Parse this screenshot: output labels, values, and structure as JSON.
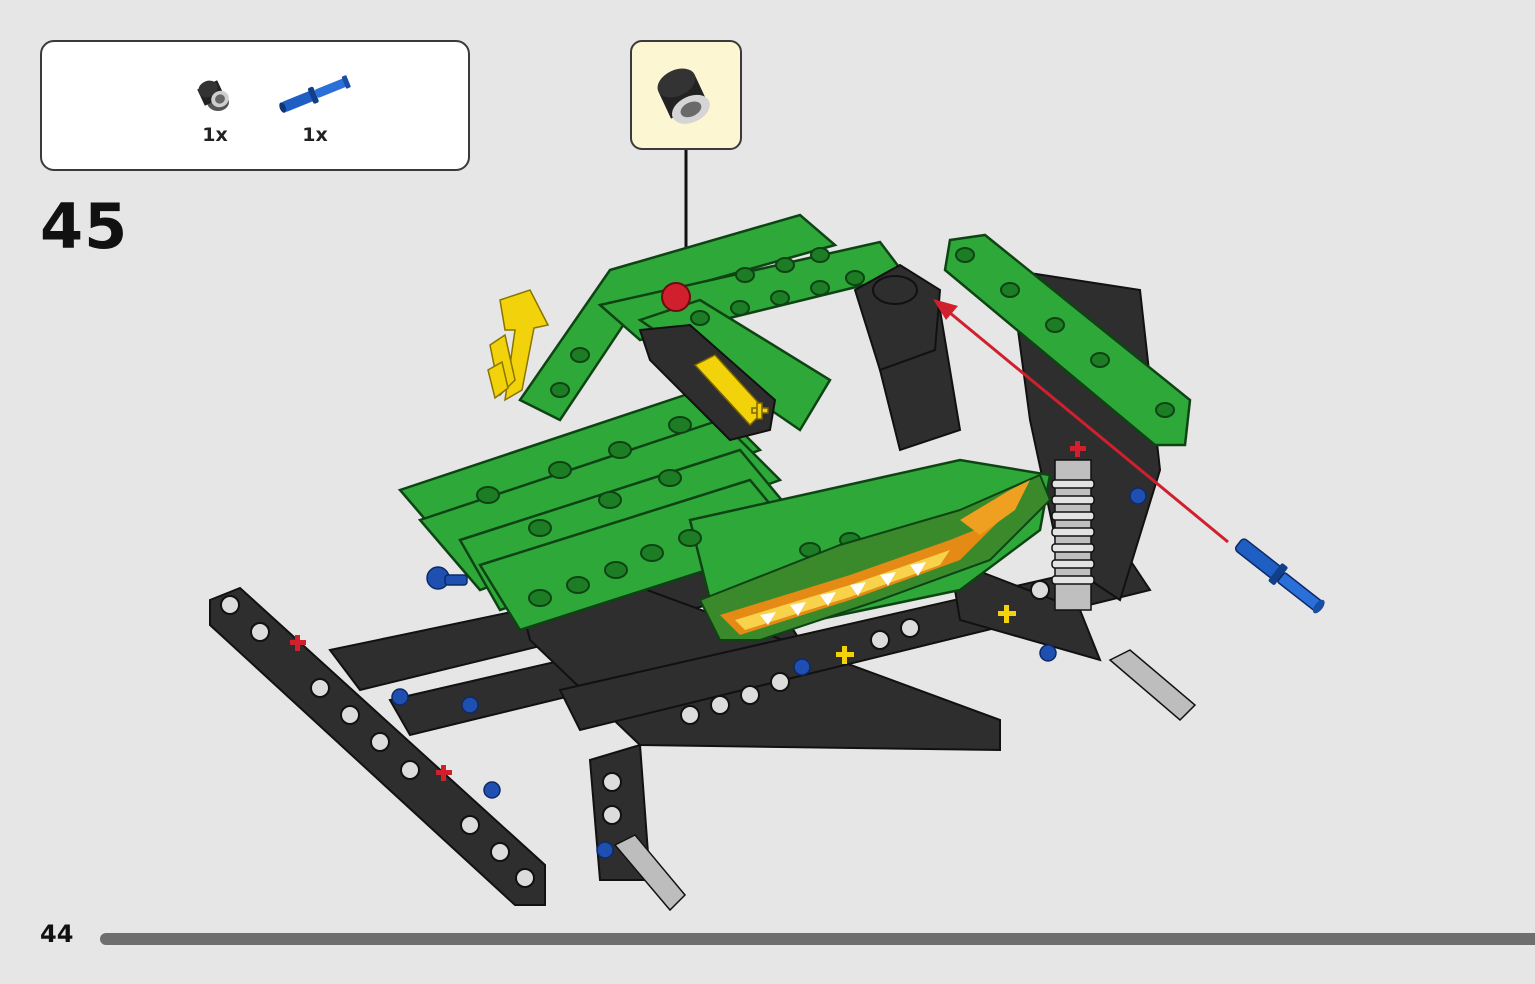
{
  "parts_list": {
    "items": [
      {
        "name": "bush",
        "quantity": "1x",
        "icon": "black-bush-icon",
        "color": "#222222"
      },
      {
        "name": "axle pin",
        "quantity": "1x",
        "icon": "blue-axle-pin-icon",
        "color": "#1f5fc4"
      }
    ]
  },
  "step": {
    "number": "45"
  },
  "callout": {
    "icon": "black-bush-icon",
    "background": "#fdf6d3"
  },
  "page": {
    "number": "44"
  },
  "colors": {
    "lime_green": "#2fa83a",
    "dark_gray": "#2e2e2e",
    "pointer_red": "#d0202e",
    "rotation_arrow": "#f2d20a",
    "background": "#e6e6e6"
  }
}
